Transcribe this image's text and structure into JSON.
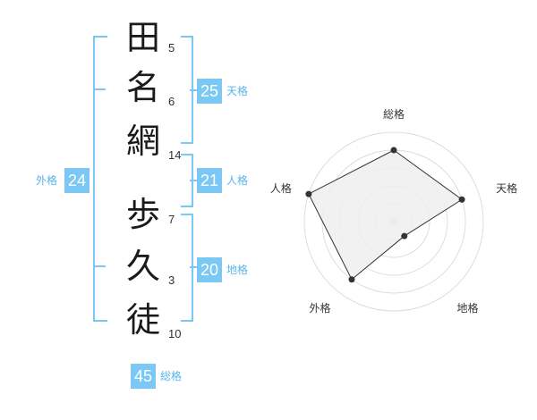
{
  "surname": [
    {
      "char": "田",
      "strokes": "5"
    },
    {
      "char": "名",
      "strokes": "6"
    },
    {
      "char": "網",
      "strokes": "14"
    }
  ],
  "given": [
    {
      "char": "歩",
      "strokes": "7"
    },
    {
      "char": "久",
      "strokes": "3"
    },
    {
      "char": "徒",
      "strokes": "10"
    }
  ],
  "scores": {
    "tenkaku": {
      "value": "25",
      "label": "天格"
    },
    "jinkaku": {
      "value": "21",
      "label": "人格"
    },
    "chikaku": {
      "value": "20",
      "label": "地格"
    },
    "gaikaku": {
      "value": "24",
      "label": "外格"
    },
    "soukaku": {
      "value": "45",
      "label": "総格"
    }
  },
  "chart_data": {
    "type": "radar",
    "axes": [
      "総格",
      "天格",
      "地格",
      "外格",
      "人格"
    ],
    "values": [
      4,
      4,
      1,
      4,
      5
    ],
    "max": 5,
    "rings": 5
  },
  "colors": {
    "accent": "#7cc8f5",
    "label": "#5ab4e8",
    "fill": "#eeeeee",
    "line": "#333333"
  }
}
